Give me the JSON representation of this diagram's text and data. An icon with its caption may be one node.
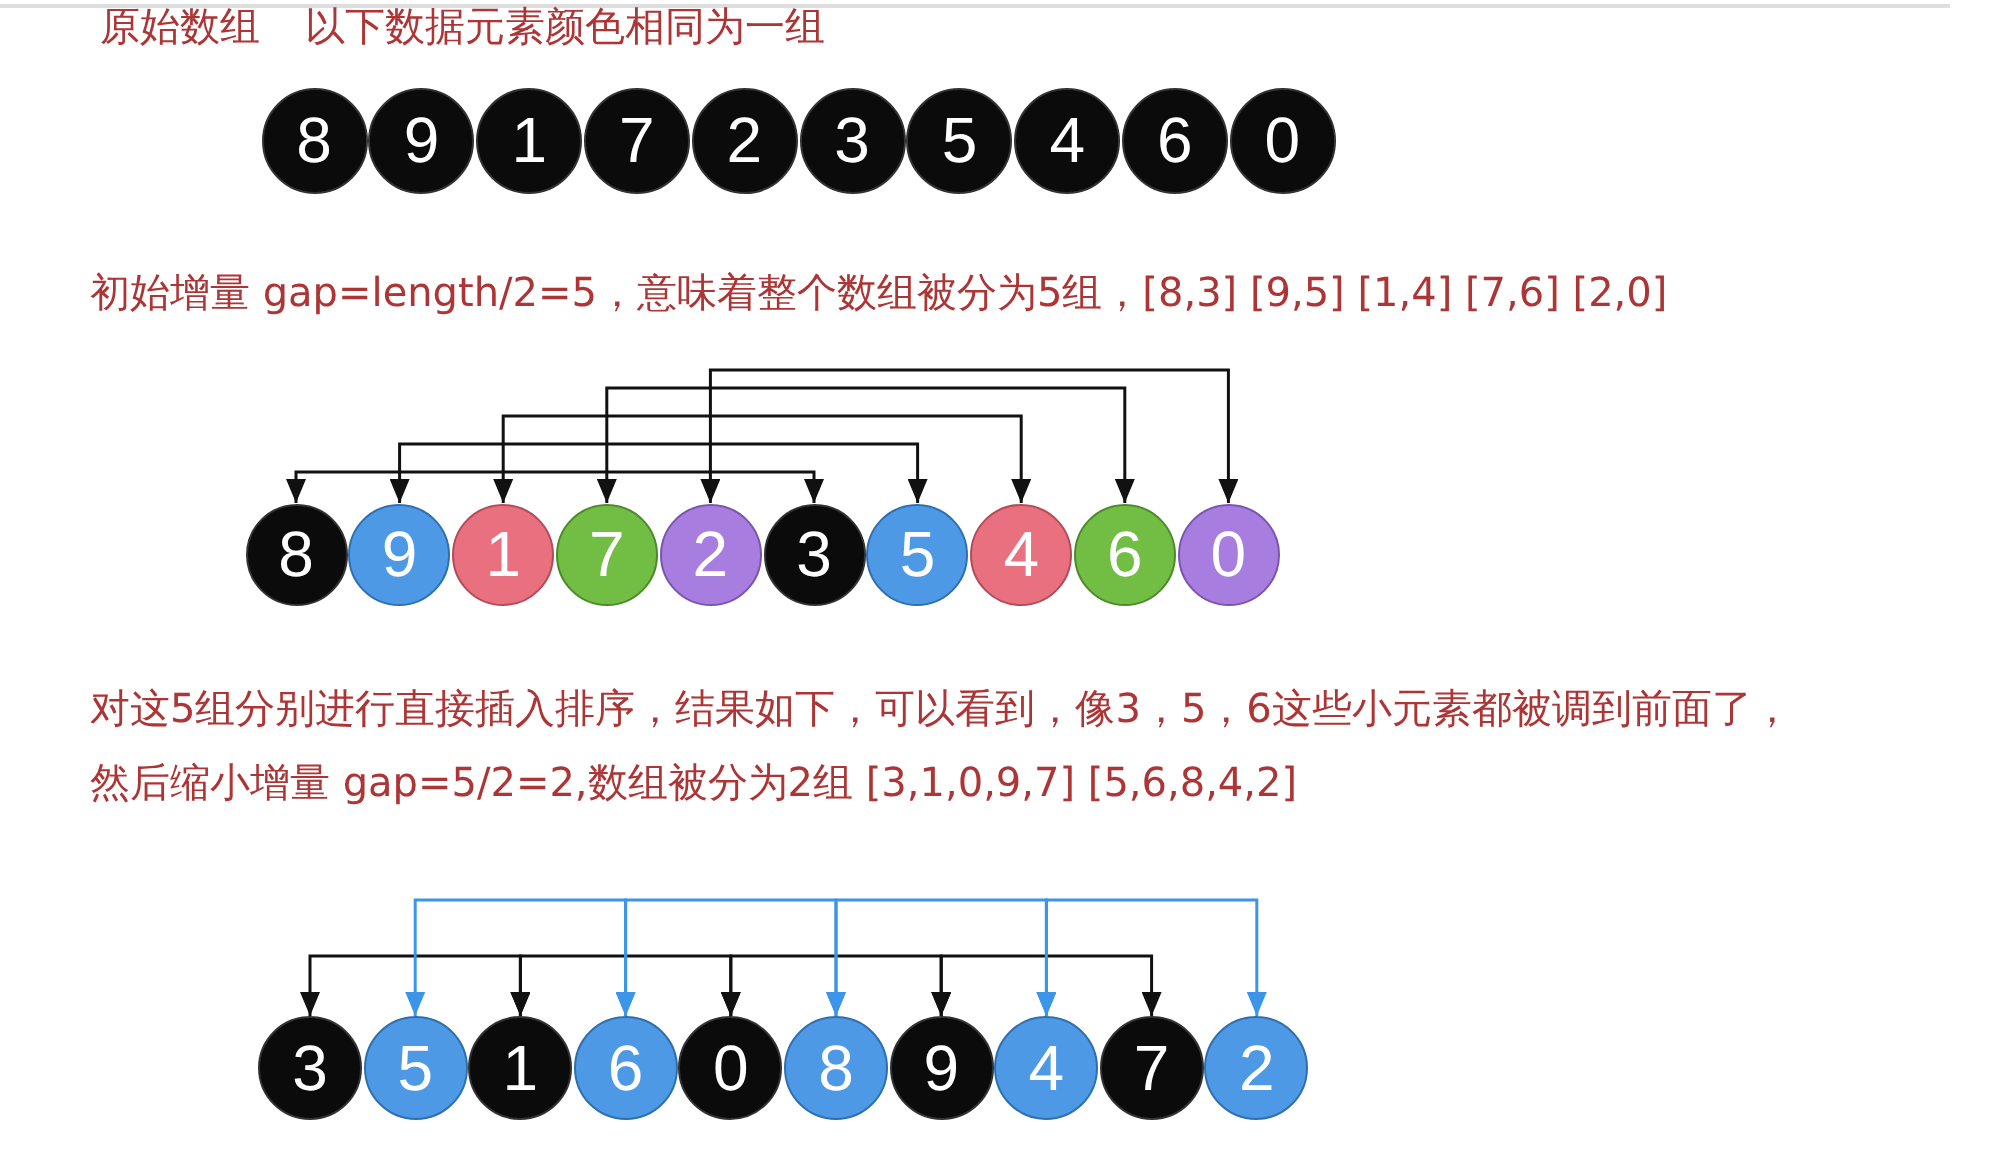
{
  "diagram": {
    "nodes": [
      {
        "text": [
          "8"
        ]
      },
      {
        "text": [
          "9"
        ]
      },
      {
        "text": [
          "1"
        ]
      },
      {
        "text": [
          "7"
        ]
      },
      {
        "text": [
          "2"
        ]
      },
      {
        "text": [
          "3"
        ]
      },
      {
        "text": [
          "5"
        ]
      },
      {
        "text": [
          "4"
        ]
      },
      {
        "text": [
          "6"
        ]
      },
      {
        "text": [
          "0"
        ]
      },
      {
        "text": [
          "8"
        ]
      },
      {
        "text": [
          "9"
        ]
      },
      {
        "text": [
          "1"
        ]
      },
      {
        "text": [
          "7"
        ]
      },
      {
        "text": [
          "2"
        ]
      },
      {
        "text": [
          "3"
        ]
      },
      {
        "text": [
          "5"
        ]
      },
      {
        "text": [
          "4"
        ]
      },
      {
        "text": [
          "6"
        ]
      },
      {
        "text": [
          "0"
        ]
      },
      {
        "text": [
          "3"
        ]
      },
      {
        "text": [
          "5"
        ]
      },
      {
        "text": [
          "1"
        ]
      },
      {
        "text": [
          "6"
        ]
      },
      {
        "text": [
          "0"
        ]
      },
      {
        "text": [
          "8"
        ]
      },
      {
        "text": [
          "9"
        ]
      },
      {
        "text": [
          "4"
        ]
      },
      {
        "text": [
          "7"
        ]
      },
      {
        "text": [
          "2"
        ]
      }
    ],
    "edges": [
      {
        "from": 10,
        "to": 15,
        "arrow": "both"
      },
      {
        "from": 11,
        "to": 16,
        "arrow": "both"
      },
      {
        "from": 12,
        "to": 17,
        "arrow": "both"
      },
      {
        "from": 13,
        "to": 18,
        "arrow": "both"
      },
      {
        "from": 14,
        "to": 19,
        "arrow": "both"
      },
      {
        "from": 20,
        "to": 22,
        "arrow": "both"
      },
      {
        "from": 22,
        "to": 24,
        "arrow": "both"
      },
      {
        "from": 24,
        "to": 26,
        "arrow": "both"
      },
      {
        "from": 26,
        "to": 28,
        "arrow": "both"
      },
      {
        "from": 21,
        "to": 23,
        "arrow": "both",
        "color": "#3b95e8"
      },
      {
        "from": 23,
        "to": 25,
        "arrow": "both",
        "color": "#3b95e8"
      },
      {
        "from": 25,
        "to": 27,
        "arrow": "both",
        "color": "#3b95e8"
      },
      {
        "from": 27,
        "to": 29,
        "arrow": "both",
        "color": "#3b95e8"
      }
    ],
    "labels": [
      "原始数组 以下数据元素颜色相同为一组",
      "初始增量 gap=length/2=5，意味着整个数组被分为5组，[8,3] [9,5] [1,4] [7,6] [2,0]",
      "对这5组分别进行直接插入排序，结果如下，可以看到，像3，5，6这些小元素都被调到前面了，",
      "然后缩小增量 gap=5/2=2,数组被分为2组 [3,1,0,9,7] [5,6,8,4,2]"
    ]
  }
}
